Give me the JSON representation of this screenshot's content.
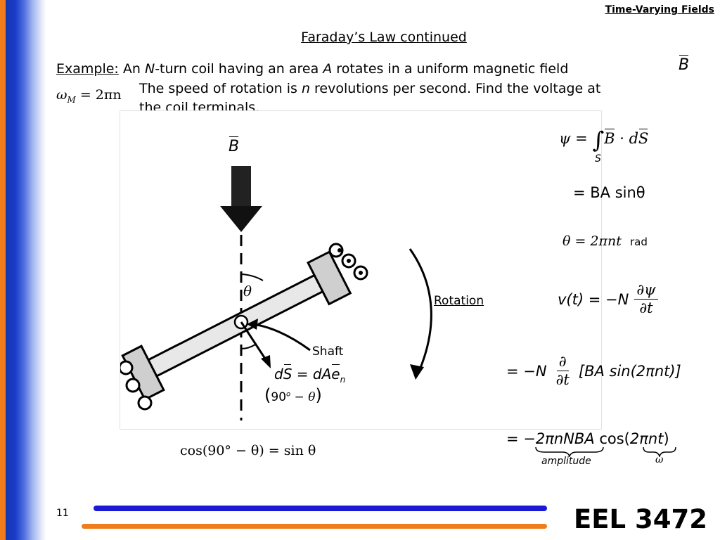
{
  "header": {
    "title": "Time-Varying Fields"
  },
  "slide": {
    "title": "Faraday’s Law continued",
    "page_number": "11",
    "course": "EEL 3472"
  },
  "example": {
    "label": "Example:",
    "line1_a": "An ",
    "line1_N": "N",
    "line1_b": "-turn coil having an area ",
    "line1_A": "A",
    "line1_c": " rotates in a uniform magnetic field",
    "line1_B": "B",
    "line2_a": "The speed of rotation is ",
    "line2_n": "n",
    "line2_b": " revolutions per second. Find the voltage at",
    "line3": "the coil terminals."
  },
  "omega_eq": {
    "omega": "ω",
    "sub": "M",
    "rhs": "= 2πn"
  },
  "diagram": {
    "B_label": "B",
    "theta": "θ",
    "shaft": "Shaft",
    "rotation": "Rotation",
    "dS_lhs": "dS",
    "dS_eq": " = dA",
    "dS_e": "e",
    "dS_sub": "n",
    "angle_a": "90",
    "angle_deg": "o",
    "angle_b": " − θ"
  },
  "cos_identity": "cos(90° − θ) = sin θ",
  "equations": {
    "psi_lhs": "ψ  =",
    "psi_integral": "∫",
    "psi_sub": "S",
    "psi_B": "B",
    "psi_dot": " · d",
    "psi_S": "S",
    "basin": "= BA sinθ",
    "theta_eq": "θ = 2πnt",
    "theta_unit": "rad",
    "v_lhs": "v(t)  = −N",
    "v_num": "∂ψ",
    "v_den": "∂t",
    "d_lhs": "= −N",
    "d_num": "∂",
    "d_den": "∂t",
    "d_rhs": "[BA sin(2πnt)]",
    "final_lhs": "= −",
    "final_amp": "2πnNBA",
    "final_cos": " cos(",
    "final_omega": "2πnt",
    "final_close": ")",
    "amplitude_label": "amplitude",
    "omega_label": "ω"
  }
}
